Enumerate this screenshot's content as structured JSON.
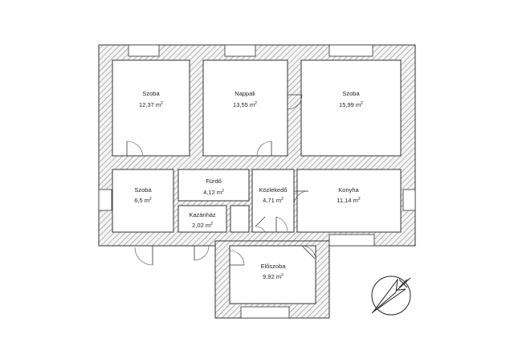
{
  "rooms": [
    {
      "id": "szoba-1",
      "name": "Szoba",
      "area": "12,37 m",
      "sup": "2"
    },
    {
      "id": "nappali",
      "name": "Nappali",
      "area": "13,55 m",
      "sup": "2"
    },
    {
      "id": "szoba-2",
      "name": "Szoba",
      "area": "15,99 m",
      "sup": "2"
    },
    {
      "id": "szoba-3",
      "name": "Szoba",
      "area": "6,5 m",
      "sup": "2"
    },
    {
      "id": "furdo",
      "name": "Fürdő",
      "area": "4,12 m",
      "sup": "2"
    },
    {
      "id": "kozlekedo",
      "name": "Közlekedő",
      "area": "4,71 m",
      "sup": "2"
    },
    {
      "id": "konyha",
      "name": "Konyha",
      "area": "11,14 m",
      "sup": "2"
    },
    {
      "id": "kazanhaz",
      "name": "Kazánház",
      "area": "2,02 m",
      "sup": "2"
    },
    {
      "id": "eloszoba",
      "name": "Előszoba",
      "area": "9,92 m",
      "sup": "2"
    }
  ],
  "compass": {
    "icon": "north-arrow-icon"
  }
}
